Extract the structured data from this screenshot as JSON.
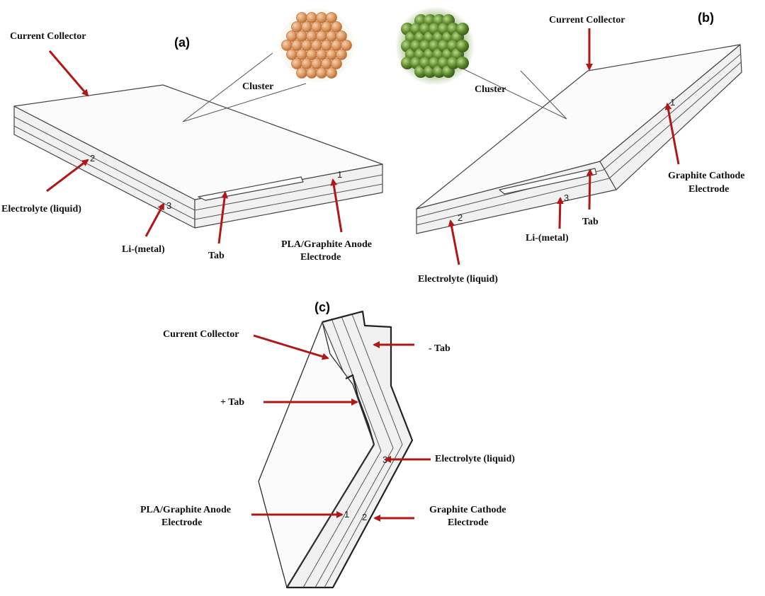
{
  "colors": {
    "arrow": "#b01818",
    "cluster_anode": "#d9925a",
    "cluster_cathode": "#5e8a2e"
  },
  "panel_a": {
    "panel_label": "(a)",
    "current_collector": "Current Collector",
    "cluster": "Cluster",
    "electrolyte": "Electrolyte (liquid)",
    "li_metal": "Li-(metal)",
    "tab": "Tab",
    "anode_line1": "PLA/Graphite Anode",
    "anode_line2": "Electrode",
    "layer_1": "1",
    "layer_2": "2",
    "layer_3": "3"
  },
  "panel_b": {
    "panel_label": "(b)",
    "current_collector": "Current Collector",
    "cluster": "Cluster",
    "cathode_line1": "Graphite Cathode",
    "cathode_line2": "Electrode",
    "tab": "Tab",
    "li_metal": "Li-(metal)",
    "electrolyte": "Electrolyte (liquid)",
    "layer_1": "1",
    "layer_2": "2",
    "layer_3": "3"
  },
  "panel_c": {
    "panel_label": "(c)",
    "current_collector": "Current Collector",
    "neg_tab": "- Tab",
    "pos_tab": "+ Tab",
    "electrolyte": "Electrolyte (liquid)",
    "anode_line1": "PLA/Graphite Anode",
    "anode_line2": "Electrode",
    "cathode_line1": "Graphite Cathode",
    "cathode_line2": "Electrode",
    "layer_1": "1",
    "layer_2": "2",
    "layer_3": "3"
  }
}
